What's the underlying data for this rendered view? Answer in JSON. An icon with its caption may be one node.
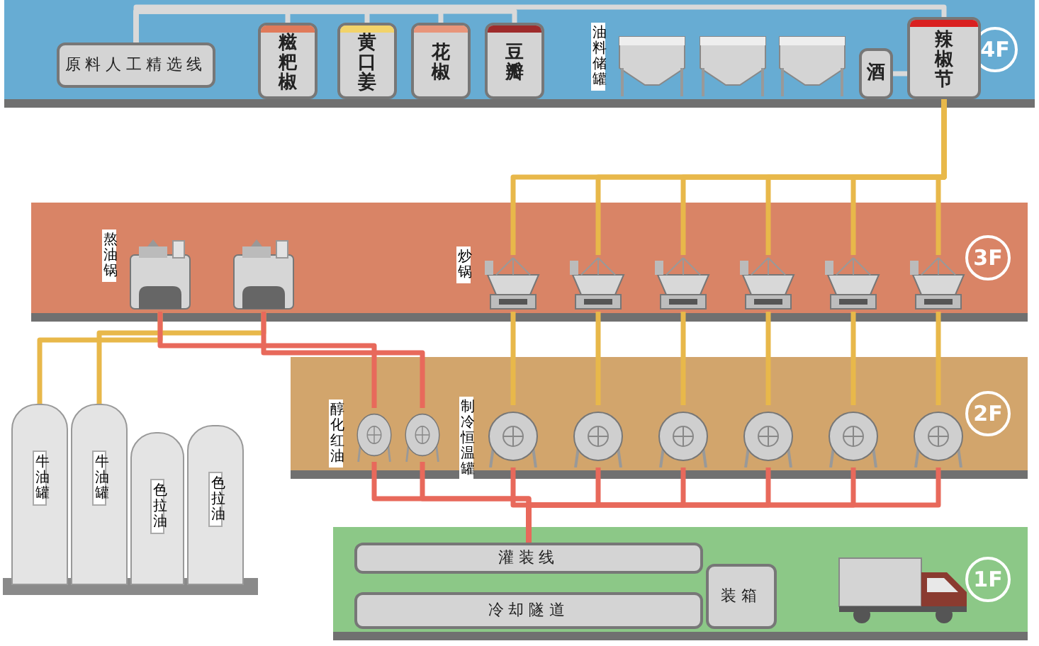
{
  "diagram": {
    "nodes": [
      {
        "text": [
          "4F"
        ]
      },
      {
        "text": [
          "原料人工精选线"
        ],
        "in": 0
      },
      {
        "text": [
          "糍粑椒"
        ],
        "in": 0
      },
      {
        "text": [
          "黄口姜"
        ],
        "in": 0
      },
      {
        "text": [
          "花椒"
        ],
        "in": 0
      },
      {
        "text": [
          "豆瓣"
        ],
        "in": 0
      },
      {
        "text": [],
        "shape": "hopper",
        "in": 0,
        "beside": [
          "油料储罐"
        ]
      },
      {
        "text": [],
        "shape": "hopper",
        "in": 0
      },
      {
        "text": [],
        "shape": "hopper",
        "in": 0
      },
      {
        "text": [
          "酒"
        ],
        "in": 0
      },
      {
        "text": [
          "辣椒节"
        ],
        "in": 0
      },
      {
        "text": [
          "3F"
        ]
      },
      {
        "text": [],
        "shape": "kettle",
        "in": 11,
        "beside": [
          "熬油锅"
        ]
      },
      {
        "text": [],
        "shape": "kettle",
        "in": 11
      },
      {
        "text": [],
        "shape": "wok",
        "in": 11,
        "beside": [
          "炒锅"
        ]
      },
      {
        "text": [],
        "shape": "wok",
        "in": 11
      },
      {
        "text": [],
        "shape": "wok",
        "in": 11
      },
      {
        "text": [],
        "shape": "wok",
        "in": 11
      },
      {
        "text": [],
        "shape": "wok",
        "in": 11
      },
      {
        "text": [],
        "shape": "wok",
        "in": 11
      },
      {
        "text": [
          "2F"
        ]
      },
      {
        "text": [],
        "shape": "tank",
        "in": 20,
        "beside": [
          "醇化红油"
        ]
      },
      {
        "text": [],
        "shape": "tank",
        "in": 20
      },
      {
        "text": [],
        "shape": "tank",
        "in": 20,
        "beside": [
          "制冷恒温罐"
        ]
      },
      {
        "text": [],
        "shape": "tank",
        "in": 20
      },
      {
        "text": [],
        "shape": "tank",
        "in": 20
      },
      {
        "text": [],
        "shape": "tank",
        "in": 20
      },
      {
        "text": [],
        "shape": "tank",
        "in": 20
      },
      {
        "text": [],
        "shape": "tank",
        "in": 20
      },
      {
        "text": [
          "1F"
        ]
      },
      {
        "text": [
          "灌装线"
        ],
        "in": 29
      },
      {
        "text": [
          "冷却隧道"
        ],
        "in": 29
      },
      {
        "text": [
          "装箱"
        ],
        "in": 29
      },
      {
        "text": [],
        "shape": "truck",
        "in": 29
      },
      {
        "text": [
          "牛油罐"
        ]
      },
      {
        "text": [
          "牛油罐"
        ]
      },
      {
        "text": [
          "色拉油"
        ]
      },
      {
        "text": [
          "色拉油"
        ]
      }
    ],
    "edges": [
      {
        "from": 1,
        "to": 2,
        "arrow": "none",
        "color": "#d9d9d9"
      },
      {
        "from": 1,
        "to": 3,
        "arrow": "none",
        "color": "#d9d9d9"
      },
      {
        "from": 1,
        "to": 4,
        "arrow": "none",
        "color": "#d9d9d9"
      },
      {
        "from": 1,
        "to": 5,
        "arrow": "none",
        "color": "#d9d9d9"
      },
      {
        "from": 1,
        "to": 10,
        "arrow": "none",
        "color": "#d9d9d9"
      },
      {
        "from": 9,
        "to": 10,
        "arrow": "none",
        "color": "#d9d9d9"
      },
      {
        "from": 34,
        "to": 12,
        "arrow": "none"
      },
      {
        "from": 35,
        "to": 13,
        "arrow": "none"
      },
      {
        "from": 12,
        "to": 21,
        "arrow": "none",
        "color": "#e8695b"
      },
      {
        "from": 13,
        "to": 22,
        "arrow": "none",
        "color": "#e8695b"
      },
      {
        "from": 10,
        "to": 14,
        "arrow": "none"
      },
      {
        "from": 10,
        "to": 15,
        "arrow": "none"
      },
      {
        "from": 10,
        "to": 16,
        "arrow": "none"
      },
      {
        "from": 10,
        "to": 17,
        "arrow": "none"
      },
      {
        "from": 10,
        "to": 18,
        "arrow": "none"
      },
      {
        "from": 10,
        "to": 19,
        "arrow": "none"
      },
      {
        "from": 14,
        "to": 23,
        "arrow": "none"
      },
      {
        "from": 15,
        "to": 24,
        "arrow": "none"
      },
      {
        "from": 16,
        "to": 25,
        "arrow": "none"
      },
      {
        "from": 17,
        "to": 26,
        "arrow": "none"
      },
      {
        "from": 18,
        "to": 27,
        "arrow": "none"
      },
      {
        "from": 19,
        "to": 28,
        "arrow": "none"
      },
      {
        "from": 21,
        "to": 30,
        "arrow": "none",
        "color": "#e8695b"
      },
      {
        "from": 22,
        "to": 30,
        "arrow": "none",
        "color": "#e8695b"
      },
      {
        "from": 23,
        "to": 30,
        "arrow": "none",
        "color": "#e8695b"
      },
      {
        "from": 24,
        "to": 30,
        "arrow": "none",
        "color": "#e8695b"
      },
      {
        "from": 25,
        "to": 30,
        "arrow": "none",
        "color": "#e8695b"
      },
      {
        "from": 26,
        "to": 30,
        "arrow": "none",
        "color": "#e8695b"
      },
      {
        "from": 27,
        "to": 30,
        "arrow": "none",
        "color": "#e8695b"
      },
      {
        "from": 28,
        "to": 30,
        "arrow": "none",
        "color": "#e8695b"
      }
    ]
  }
}
